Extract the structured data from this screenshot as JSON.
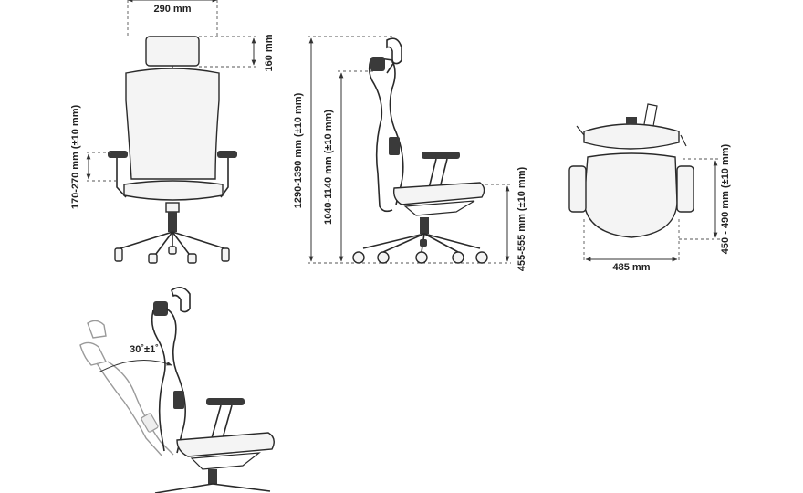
{
  "dimensions": {
    "headrest_width": "290 mm",
    "headrest_height": "160 mm",
    "armrest_height_adjust": "170-270 mm (±10 mm)",
    "total_height": "1290-1390 mm (±10 mm)",
    "backrest_height": "1040-1140 mm (±10 mm)",
    "seat_height": "455-555 mm (±10 mm)",
    "seat_width": "485 mm",
    "seat_depth": "450 - 490 mm (±10 mm)",
    "recline_angle": "30˚±1˚"
  },
  "colors": {
    "line": "#2a2a2a",
    "ghost": "#9a9a9a",
    "background": "#ffffff"
  }
}
